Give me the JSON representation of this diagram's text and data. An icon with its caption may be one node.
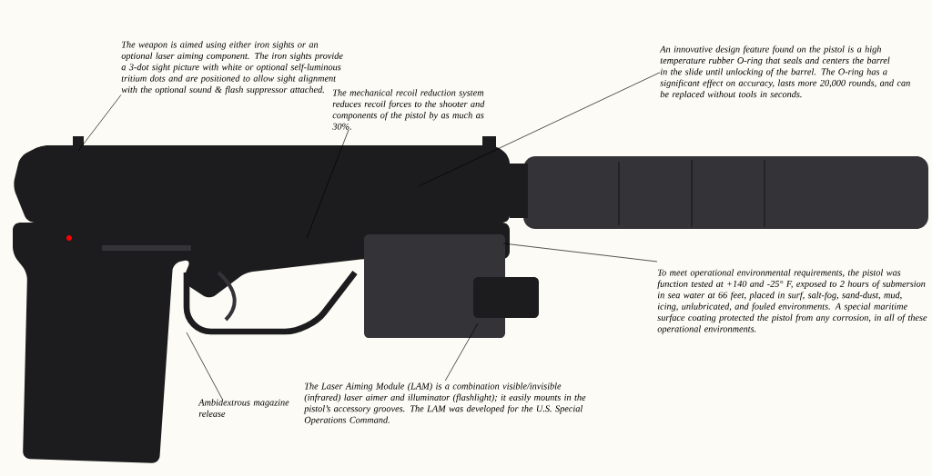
{
  "diagram": {
    "nodes": [
      {
        "text": [
          "The weapon is aimed using either iron sights or an optional laser aiming component. The iron sights provide a 3-dot sight picture with white or optional self-luminous tritium dots and are positioned to allow sight alignment with the optional sound & flash suppressor attached."
        ]
      },
      {
        "text": [
          "The mechanical recoil reduction system reduces recoil forces to the shooter and components of the pistol by as much as 30%."
        ]
      },
      {
        "text": [
          "An innovative design feature found on the pistol is a high temperature rubber O-ring that seals and centers the barrel in the slide until unlocking of the barrel. The O-ring has a significant effect on accuracy, lasts more 20,000 rounds, and can be replaced without tools in seconds."
        ]
      },
      {
        "text": [
          "To meet operational environmental requirements, the pistol was function tested at +140 and -25° F, exposed to 2 hours of submersion in sea water at 66 feet, placed in surf, salt-fog, sand-dust, mud, icing, unlubricated, and fouled environments. A special maritime surface coating protected the pistol from any corrosion, in all of these operational environments."
        ]
      },
      {
        "text": [
          "The Laser Aiming Module (LAM) is a combination visible/invisible (infrared) laser aimer and illuminator (flashlight); it easily mounts in the pistol’s accessory grooves. The LAM was developed for the U.S. Special Operations Command."
        ]
      },
      {
        "text": [
          "Ambidextrous magazine release"
        ]
      }
    ],
    "edges": [
      {
        "from": 0,
        "to": null,
        "arrow": "none"
      },
      {
        "from": 1,
        "to": null,
        "arrow": "none"
      },
      {
        "from": 2,
        "to": null,
        "arrow": "none"
      },
      {
        "from": 3,
        "to": null,
        "arrow": "none"
      },
      {
        "from": 4,
        "to": null,
        "arrow": "none"
      },
      {
        "from": 5,
        "to": null,
        "arrow": "none"
      }
    ]
  }
}
